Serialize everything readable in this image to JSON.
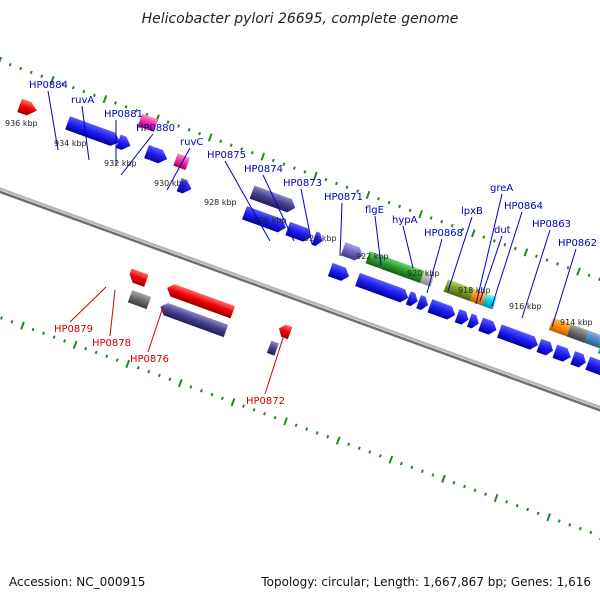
{
  "title": "Helicobacter pylori 26695, complete genome",
  "footer": {
    "accession": "Accession: NC_000915",
    "topology": "Topology: circular; Length: 1,667,867 bp; Genes: 1,616"
  },
  "colors": {
    "forward_label": "#0000c0",
    "reverse_label": "#cc0000",
    "tick": "#228822",
    "backbone": "#8a8a8a"
  },
  "scale_labels": [
    "936 kbp",
    "934 kbp",
    "932 kbp",
    "930 kbp",
    "928 kbp",
    "926 kbp",
    "924 kbp",
    "922 kbp",
    "920 kbp",
    "918 kbp",
    "916 kbp",
    "914 kbp"
  ],
  "forward_gene_labels": [
    "HP0884",
    "ruvA",
    "HP0881",
    "HP0880",
    "ruvC",
    "HP0875",
    "HP0874",
    "HP0873",
    "HP0871",
    "flgE",
    "hypA",
    "HP0868",
    "lpxB",
    "greA",
    "HP0864",
    "dut",
    "HP0863",
    "HP0862"
  ],
  "reverse_gene_labels": [
    "HP0879",
    "HP0878",
    "HP0876",
    "HP0872"
  ]
}
